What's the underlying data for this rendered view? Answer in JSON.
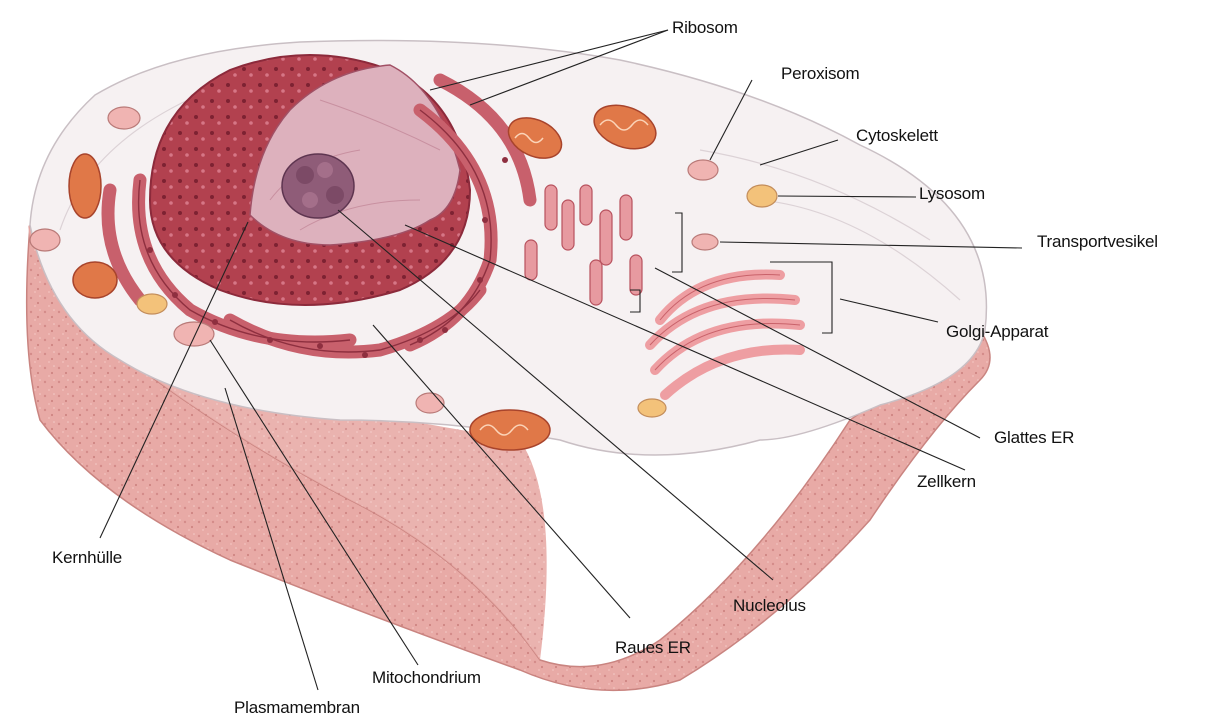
{
  "labels": {
    "ribosom": "Ribosom",
    "peroxisom": "Peroxisom",
    "cytoskelett": "Cytoskelett",
    "lysosom": "Lysosom",
    "transportvesikel": "Transportvesikel",
    "golgi": "Golgi-Apparat",
    "glattes_er": "Glattes ER",
    "zellkern": "Zellkern",
    "nucleolus": "Nucleolus",
    "raues_er": "Raues ER",
    "mitochondrium": "Mitochondrium",
    "plasmamembran": "Plasmamembran",
    "kernhuelle": "Kernhülle"
  },
  "colors": {
    "cytoplasm": "#f6f1f2",
    "cell_wall_side": "#e6a6a2",
    "nucleus": "#b8485a",
    "nucleus_cut": "#ddb1bd",
    "nucleolus": "#8f5c78",
    "er": "#c8606c",
    "mitochondrion": "#e07848",
    "golgi": "#ee9ea2",
    "lysosome": "#f3c27a"
  }
}
